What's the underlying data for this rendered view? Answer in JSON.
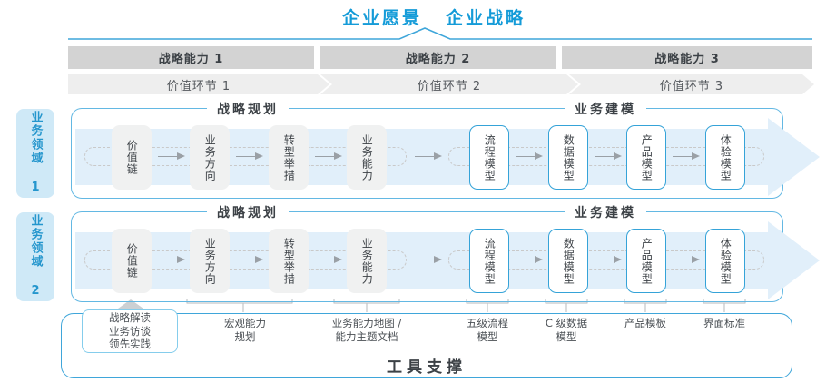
{
  "title": {
    "vision": "企业愿景",
    "strategy": "企业战略"
  },
  "strategic_capabilities": [
    "战略能力 1",
    "战略能力 2",
    "战略能力 3"
  ],
  "value_links": [
    "价值环节 1",
    "价值环节 2",
    "价值环节 3"
  ],
  "business_domains": [
    "业务领域 1",
    "业务领域 2"
  ],
  "lane": {
    "sections": [
      "战略规划",
      "业务建模"
    ],
    "boxes": [
      {
        "label": "价值链",
        "style": "gray"
      },
      {
        "label": "业务方向",
        "style": "gray"
      },
      {
        "label": "转型举措",
        "style": "gray"
      },
      {
        "label": "业务能力",
        "style": "gray"
      },
      {
        "label": "流程模型",
        "style": "blue"
      },
      {
        "label": "数据模型",
        "style": "blue"
      },
      {
        "label": "产品模型",
        "style": "blue"
      },
      {
        "label": "体验模型",
        "style": "blue"
      }
    ]
  },
  "annotations": {
    "interpret_box": "战略解读\n业务访谈\n领先实践",
    "labels": [
      "宏观能力\n规划",
      "业务能力地图 /\n能力主题文档",
      "五级流程\n模型",
      "C 级数据\n模型",
      "产品模板",
      "界面标准"
    ]
  },
  "tool_support": "工具支撑",
  "colors": {
    "accent_blue": "#149bd8",
    "line_blue": "#3fa6da",
    "lane_border": "#63b8e3",
    "box_border_blue": "#35a3d8",
    "domain_fill": "#cfe9f7",
    "flow_arrow_fill": "#e1effa",
    "capability_bar": "#d3d3d3",
    "value_chevron": "#eeeeee",
    "gray_box": "#f0f1f1",
    "text_dark": "#3c4146",
    "arrow_gray": "#9aa0a6"
  }
}
